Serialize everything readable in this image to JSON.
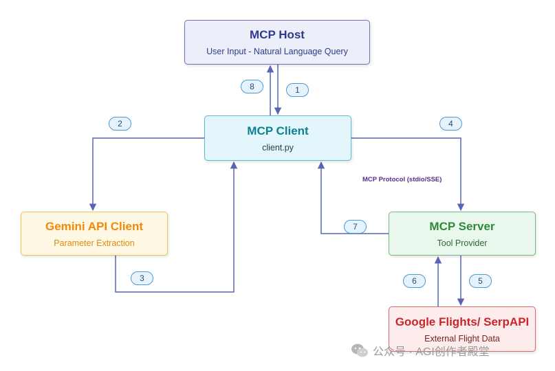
{
  "nodes": {
    "host": {
      "title": "MCP Host",
      "subtitle": "User Input - Natural Language Query"
    },
    "client": {
      "title": "MCP Client",
      "subtitle": "client.py"
    },
    "gemini": {
      "title": "Gemini API Client",
      "subtitle": "Parameter Extraction"
    },
    "server": {
      "title": "MCP Server",
      "subtitle": "Tool Provider"
    },
    "google": {
      "title": "Google Flights/ SerpAPI",
      "subtitle": "External Flight Data"
    }
  },
  "edges": [
    {
      "from": "host",
      "to": "client",
      "step": "1"
    },
    {
      "from": "client",
      "to": "gemini",
      "step": "2"
    },
    {
      "from": "gemini",
      "to": "client",
      "step": "3"
    },
    {
      "from": "client",
      "to": "server",
      "step": "4"
    },
    {
      "from": "server",
      "to": "google",
      "step": "5"
    },
    {
      "from": "google",
      "to": "server",
      "step": "6"
    },
    {
      "from": "server",
      "to": "client",
      "step": "7"
    },
    {
      "from": "client",
      "to": "host",
      "step": "8"
    }
  ],
  "protocol_label": "MCP Protocol (stdio/SSE)",
  "watermark": "公众号 · AGI创作者殿堂",
  "colors": {
    "edge": "#5865b3",
    "badge_border": "#4a9ad6"
  }
}
